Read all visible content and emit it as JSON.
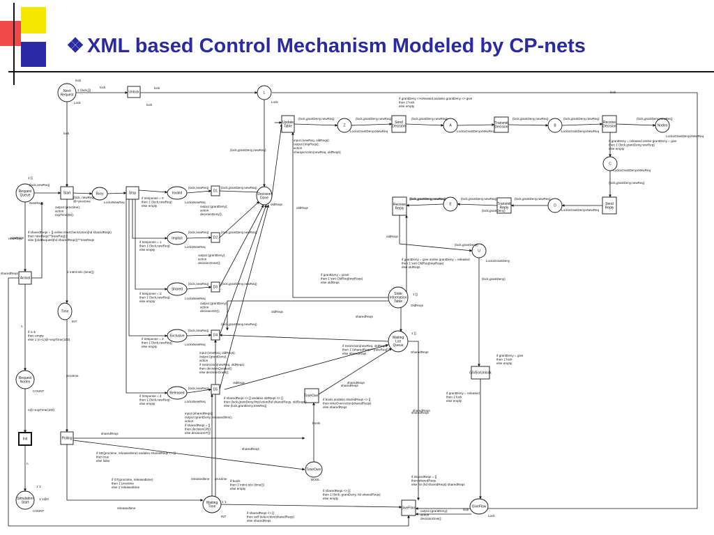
{
  "title": "XML based Control Mechanism Modeled by CP-nets",
  "colors": {
    "title": "#2a2aa5",
    "accent_red": "#ee3333",
    "accent_yellow": "#f6e600",
    "accent_blue": "#2a2aa5"
  },
  "places": [
    {
      "id": "next_request",
      "lines": [
        "Next",
        "Request"
      ]
    },
    {
      "id": "L",
      "lines": [
        "L"
      ]
    },
    {
      "id": "Z",
      "lines": [
        "Z"
      ]
    },
    {
      "id": "A",
      "lines": [
        "A"
      ]
    },
    {
      "id": "B",
      "lines": [
        "B"
      ]
    },
    {
      "id": "nodes",
      "lines": [
        "Nodes"
      ]
    },
    {
      "id": "C",
      "lines": [
        "C"
      ]
    },
    {
      "id": "request_queue",
      "lines": [
        "Request",
        "Queue"
      ]
    },
    {
      "id": "busy",
      "lines": [
        "Busy"
      ]
    },
    {
      "id": "invalid",
      "lines": [
        "Invalid"
      ]
    },
    {
      "id": "implicit",
      "lines": [
        "Implicit"
      ]
    },
    {
      "id": "shared",
      "lines": [
        "Shared"
      ]
    },
    {
      "id": "exclusive",
      "lines": [
        "Exclusive"
      ]
    },
    {
      "id": "released",
      "lines": [
        "Released"
      ]
    },
    {
      "id": "decision_done",
      "lines": [
        "Decision",
        "Done"
      ]
    },
    {
      "id": "D",
      "lines": [
        "D"
      ]
    },
    {
      "id": "E",
      "lines": [
        "E"
      ]
    },
    {
      "id": "U",
      "lines": [
        "U"
      ]
    },
    {
      "id": "state_info",
      "lines": [
        "State",
        "Information",
        "Table"
      ]
    },
    {
      "id": "waiting_list",
      "lines": [
        "Waiting",
        "List",
        "Queue"
      ]
    },
    {
      "id": "time",
      "lines": [
        "Time"
      ]
    },
    {
      "id": "request_nodes",
      "lines": [
        "Request",
        "Nodes"
      ]
    },
    {
      "id": "timeover",
      "lines": [
        "TimeOver"
      ]
    },
    {
      "id": "simulation_start",
      "lines": [
        "Simulation",
        "Start"
      ]
    },
    {
      "id": "waiting_time",
      "lines": [
        "Waiting",
        "Time"
      ]
    },
    {
      "id": "giveflow",
      "lines": [
        "GiveFlow"
      ]
    }
  ],
  "transitions": [
    {
      "id": "unlock",
      "lines": [
        "Unlock"
      ]
    },
    {
      "id": "update_table",
      "lines": [
        "Update",
        "Table"
      ]
    },
    {
      "id": "send_decision",
      "lines": [
        "Send",
        "Decision"
      ]
    },
    {
      "id": "transmit_decision",
      "lines": [
        "Transmit",
        "Decision"
      ]
    },
    {
      "id": "receive_decision",
      "lines": [
        "Receive",
        "Decision"
      ]
    },
    {
      "id": "start",
      "lines": [
        "Start"
      ]
    },
    {
      "id": "stop",
      "lines": [
        "Stop"
      ]
    },
    {
      "id": "d1",
      "lines": [
        "D1"
      ]
    },
    {
      "id": "d2",
      "lines": [
        "D2"
      ]
    },
    {
      "id": "d3",
      "lines": [
        "D3"
      ]
    },
    {
      "id": "d4",
      "lines": [
        "D4"
      ]
    },
    {
      "id": "d5",
      "lines": [
        "D5"
      ]
    },
    {
      "id": "receive_reply",
      "lines": [
        "Receive",
        "Reply"
      ]
    },
    {
      "id": "transmit_reply",
      "lines": [
        "Transmit",
        "Reply"
      ]
    },
    {
      "id": "send_reply",
      "lines": [
        "Send",
        "Reply"
      ]
    },
    {
      "id": "arrival",
      "lines": [
        "Arrival"
      ]
    },
    {
      "id": "giveorunlock",
      "lines": [
        "GiVEorUnlock"
      ]
    },
    {
      "id": "timeover_t",
      "lines": [
        "TimeOver"
      ]
    },
    {
      "id": "init",
      "lines": [
        "Init"
      ]
    },
    {
      "id": "polling",
      "lines": [
        "Polling"
      ]
    },
    {
      "id": "givefloor",
      "lines": [
        "GiveFloor"
      ]
    }
  ],
  "annotations": [
    {
      "id": "a1",
      "lines": [
        "lock"
      ]
    },
    {
      "id": "a2",
      "lines": [
        "1`(lock,[])"
      ]
    },
    {
      "id": "a3",
      "lines": [
        "Lock"
      ]
    },
    {
      "id": "a4",
      "lines": [
        "lock"
      ]
    },
    {
      "id": "a5",
      "lines": [
        "lock"
      ]
    },
    {
      "id": "a6",
      "lines": [
        "Lock"
      ]
    },
    {
      "id": "a7",
      "lines": [
        "lock"
      ]
    },
    {
      "id": "a8",
      "lines": [
        "if grantDeny <>released andalso grantDeny <> give",
        "then 1`lock",
        "else empty"
      ]
    },
    {
      "id": "a9",
      "lines": [
        "(lock,grantDeny,newReq)"
      ]
    },
    {
      "id": "a10",
      "lines": [
        "LockxGrantDenyxNewReq"
      ]
    },
    {
      "id": "a11",
      "lines": [
        "(lock,grantDeny,newReq)"
      ]
    },
    {
      "id": "a12",
      "lines": [
        "(lock,grantDeny,newReq)"
      ]
    },
    {
      "id": "a13",
      "lines": [
        "LockxGrantDenyxNewReq"
      ]
    },
    {
      "id": "a14",
      "lines": [
        "(lock,grantDeny,newReq)"
      ]
    },
    {
      "id": "a15",
      "lines": [
        "(lock,grantDeny,newReq)"
      ]
    },
    {
      "id": "a16",
      "lines": [
        "LockxGrantDenyxNewReq"
      ]
    },
    {
      "id": "a17",
      "lines": [
        "(lock,grantDeny,newReq)"
      ]
    },
    {
      "id": "a18",
      "lines": [
        "LockxGrantDenyxNewReq"
      ]
    },
    {
      "id": "a19",
      "lines": [
        "if grantDeny = released orelse grantDeny = give",
        "then 1`(lock,grantDeny,newReq)",
        "else empty"
      ]
    },
    {
      "id": "a20",
      "lines": [
        "LockxGrantDenyxNewReq"
      ]
    },
    {
      "id": "a21",
      "lines": [
        "(lock,grantDeny,newReq)"
      ]
    },
    {
      "id": "a22",
      "lines": [
        "input (newReq, oldReqs);",
        "output (tmpReqs);",
        "action",
        "changeAction(newReq, oldReqs);"
      ]
    },
    {
      "id": "a23",
      "lines": [
        "(lock,grantDeny,newReq)"
      ]
    },
    {
      "id": "a24",
      "lines": [
        "1`[]"
      ]
    },
    {
      "id": "a25",
      "lines": [
        "(lock,newReq)"
      ]
    },
    {
      "id": "a26",
      "lines": [
        "NewReqs"
      ]
    },
    {
      "id": "a27",
      "lines": [
        "(lock, newReq)",
        "@+proctime"
      ]
    },
    {
      "id": "a28",
      "lines": [
        "output (proctime);",
        "action",
        "expTime(50);"
      ]
    },
    {
      "id": "a29",
      "lines": [
        "LockxNewReq"
      ]
    },
    {
      "id": "a30",
      "lines": [
        "(lock,newReq)"
      ]
    },
    {
      "id": "a31",
      "lines": [
        "LockxNewReq"
      ]
    },
    {
      "id": "a32",
      "lines": [
        "(lock,grantDeny,newReq)"
      ]
    },
    {
      "id": "a33",
      "lines": [
        "output (grantDeny);",
        "action",
        "decisionDeny();"
      ]
    },
    {
      "id": "a34",
      "lines": [
        "if tresponse = 0",
        "then 1`(lock,newReq)",
        "else empty"
      ]
    },
    {
      "id": "a35",
      "lines": [
        "(lock,newReq)"
      ]
    },
    {
      "id": "a36",
      "lines": [
        "LockxNewReq"
      ]
    },
    {
      "id": "a37",
      "lines": [
        "(lock,grantDeny,newReq)"
      ]
    },
    {
      "id": "a38",
      "lines": [
        "output (grantDeny);",
        "action",
        "decisionGrant();"
      ]
    },
    {
      "id": "a39",
      "lines": [
        "if tresponse = 1",
        "then 1`(lock,newReq)",
        "else empty"
      ]
    },
    {
      "id": "a40",
      "lines": [
        "(lock,newReq)"
      ]
    },
    {
      "id": "a41",
      "lines": [
        "LockxNewReq"
      ]
    },
    {
      "id": "a42",
      "lines": [
        "(lock,grantDeny,newReq)"
      ]
    },
    {
      "id": "a43",
      "lines": [
        "output (grantDeny);",
        "action",
        "decisionGD();"
      ]
    },
    {
      "id": "a44",
      "lines": [
        "if tresponse = 2",
        "then 1`(lock,newReq)",
        "else empty"
      ]
    },
    {
      "id": "a45",
      "lines": [
        "(lock,newReq)"
      ]
    },
    {
      "id": "a46",
      "lines": [
        "LockxNewReq"
      ]
    },
    {
      "id": "a47",
      "lines": [
        "(lock,grantDeny,newReq)"
      ]
    },
    {
      "id": "a48",
      "lines": [
        "input (newReq, oldReqs);",
        "output (grantDeny);",
        "action",
        "if exstAction(newReq, oldReqs)",
        "then decisionQueued()",
        "else decisionGrant();"
      ]
    },
    {
      "id": "a49",
      "lines": [
        "if tresponse = 3",
        "then 1`(lock,newReq)",
        "else empty"
      ]
    },
    {
      "id": "a50",
      "lines": [
        "(lock,newReq)"
      ]
    },
    {
      "id": "a51",
      "lines": [
        "LockxNewReq"
      ]
    },
    {
      "id": "a52",
      "lines": [
        "if tresponse = 4",
        "then 1`(lock,newReq)",
        "else empty"
      ]
    },
    {
      "id": "a53",
      "lines": [
        "input (sharedReqs);",
        "output (grantDeny, releasedtime);",
        "action",
        "if sharedReqs = []",
        "then decisionGR()",
        "else decisionGT();"
      ]
    },
    {
      "id": "a54",
      "lines": [
        "if sharedReqs <> [] andalso oldReqs <> []",
        "then (lock,grantDeny,firstAction(hd sharedReqs, oldReqs))",
        "else (lock,grantDeny,newReq)"
      ]
    },
    {
      "id": "a55",
      "lines": [
        "oldReqs"
      ]
    },
    {
      "id": "a56",
      "lines": [
        "if sharedReqs = [] orelse timeCheckAction(hd sharedReqs)",
        "then newReqs^^[newReq] []",
        "else [(oldRequest(hd sharedReqs))^^newReqs"
      ]
    },
    {
      "id": "a57",
      "lines": [
        "newReqs"
      ]
    },
    {
      "id": "a58",
      "lines": [
        "sharedReqs"
      ]
    },
    {
      "id": "a59",
      "lines": [
        "1`intInt.ts\\n (time())"
      ]
    },
    {
      "id": "a60",
      "lines": [
        "INT"
      ]
    },
    {
      "id": "a61",
      "lines": [
        "n"
      ]
    },
    {
      "id": "a62",
      "lines": [
        "if n=k",
        "then empty",
        "else 1`(n+1)@+expTime(100)"
      ]
    },
    {
      "id": "a63",
      "lines": [
        "COUNT"
      ]
    },
    {
      "id": "a64",
      "lines": [
        "n@+expTime(100)"
      ]
    },
    {
      "id": "a65",
      "lines": [
        "proctime"
      ]
    },
    {
      "id": "a66",
      "lines": [
        "n"
      ]
    },
    {
      "id": "a67",
      "lines": [
        "1`1"
      ]
    },
    {
      "id": "a68",
      "lines": [
        "1`1@0"
      ]
    },
    {
      "id": "a69",
      "lines": [
        "COUNT"
      ]
    },
    {
      "id": "a70",
      "lines": [
        "oldReqs"
      ]
    },
    {
      "id": "a71",
      "lines": [
        "if grantDeny = give orelse grantDeny = released",
        "then 1`sort OldReq(tmpReqs)",
        "else oldReqs"
      ]
    },
    {
      "id": "a72",
      "lines": [
        "(lock,grantDeny)"
      ]
    },
    {
      "id": "a73",
      "lines": [
        "LockxGrantDeny"
      ]
    },
    {
      "id": "a74",
      "lines": [
        "(lock,grantDeny)"
      ]
    },
    {
      "id": "a75",
      "lines": [
        "if grantDeny = grant",
        "then 1`sort OldReq(tmpReqs)",
        "else oldReqs"
      ]
    },
    {
      "id": "a76",
      "lines": [
        "1`[]"
      ]
    },
    {
      "id": "a77",
      "lines": [
        "OldReqs"
      ]
    },
    {
      "id": "a78",
      "lines": [
        "oldReqs"
      ]
    },
    {
      "id": "a79",
      "lines": [
        "sharedReqs"
      ]
    },
    {
      "id": "a80",
      "lines": [
        "1`[]"
      ]
    },
    {
      "id": "a81",
      "lines": [
        "if exstAction(newReq, oldReqs)",
        "then 1`(sharedReqs^^[newReq])",
        "else sharedReqs"
      ]
    },
    {
      "id": "a82",
      "lines": [
        "SharedReqs"
      ]
    },
    {
      "id": "a83",
      "lines": [
        "sharedReqs"
      ]
    },
    {
      "id": "a84",
      "lines": [
        "if bools andalso sharedReqs <> []",
        "then timeOverAction(sharedReqs)",
        "else sharedReqs"
      ]
    },
    {
      "id": "a85",
      "lines": [
        "bools"
      ]
    },
    {
      "id": "a86",
      "lines": [
        "sharedReqs"
      ]
    },
    {
      "id": "a87",
      "lines": [
        "if GE(proctime, releasedtime) andalso sharedReqs <> []",
        "then true",
        "else false"
      ]
    },
    {
      "id": "a88",
      "lines": [
        "BOOL"
      ]
    },
    {
      "id": "a89",
      "lines": [
        "if GT(proctime, releasedtime)",
        "then 1`proctime",
        "else 1`releasedtime"
      ]
    },
    {
      "id": "a90",
      "lines": [
        "releasedtime"
      ]
    },
    {
      "id": "a91",
      "lines": [
        "proctime"
      ]
    },
    {
      "id": "a92",
      "lines": [
        "if bools",
        "then 1`intInt.ts\\n (time())",
        "else empty"
      ]
    },
    {
      "id": "a93",
      "lines": [
        "1`1"
      ]
    },
    {
      "id": "a94",
      "lines": [
        "INT"
      ]
    },
    {
      "id": "a95",
      "lines": [
        "releasedtime"
      ]
    },
    {
      "id": "a96",
      "lines": [
        "if sharedReqs <> []",
        "then self deleAction(sharedReqs)",
        "else sharedReqs"
      ]
    },
    {
      "id": "a97",
      "lines": [
        "if sharedReqs <> [];",
        "then 1`(lock, grantDeny, hd sharedReqs)",
        "else empty"
      ]
    },
    {
      "id": "a98",
      "lines": [
        "if sharedReqs = []",
        "then sharedReqs",
        "else mr (hd sharedReqs) sharedReqs"
      ]
    },
    {
      "id": "a99",
      "lines": [
        "sharedReqs"
      ]
    },
    {
      "id": "a100",
      "lines": [
        "output (grantDeny);",
        "action",
        "decisionGive();"
      ]
    },
    {
      "id": "a101",
      "lines": [
        "lock"
      ]
    },
    {
      "id": "a102",
      "lines": [
        "Lock"
      ]
    },
    {
      "id": "a103",
      "lines": [
        "if grantDeny = released",
        "then 1`lock",
        "else empty"
      ]
    },
    {
      "id": "a104",
      "lines": [
        "if grantDeny = give",
        "then 1`lock",
        "else empty"
      ]
    },
    {
      "id": "a105",
      "lines": [
        "(lock,grantDeny)"
      ]
    },
    {
      "id": "a106",
      "lines": [
        "lock"
      ]
    },
    {
      "id": "a107",
      "lines": [
        "newReqs"
      ]
    },
    {
      "id": "a108",
      "lines": [
        "sharedReqs"
      ]
    },
    {
      "id": "a109",
      "lines": [
        "(lock,grantDeny,newReq)"
      ]
    },
    {
      "id": "a110",
      "lines": [
        "LockxGrantDenyxNewReq"
      ]
    },
    {
      "id": "a111",
      "lines": [
        "(lock,grantDeny,newReq)"
      ]
    },
    {
      "id": "a112",
      "lines": [
        "oldReqs"
      ]
    },
    {
      "id": "a113",
      "lines": [
        "oldReqs"
      ]
    },
    {
      "id": "a114",
      "lines": [
        "sharedReqs"
      ]
    },
    {
      "id": "a115",
      "lines": [
        "sharedReqs"
      ]
    },
    {
      "id": "a116",
      "lines": [
        "(lock,grantDeny,newReq)"
      ]
    },
    {
      "id": "a117",
      "lines": [
        "lock"
      ]
    },
    {
      "id": "a118",
      "lines": [
        "(lock,grantDeny,newReq)"
      ]
    }
  ]
}
